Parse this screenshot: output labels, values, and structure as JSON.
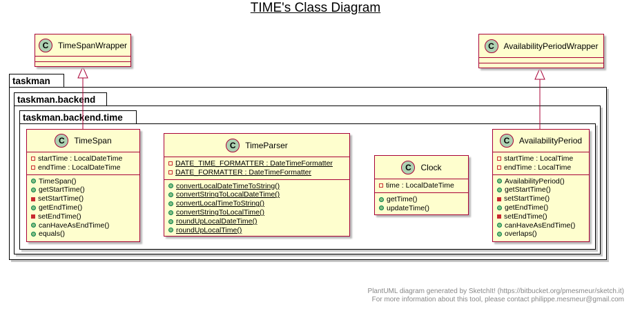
{
  "title": "TIME's Class Diagram",
  "packages": {
    "outer": "taskman",
    "middle": "taskman.backend",
    "inner": "taskman.backend.time"
  },
  "classes": {
    "timespan_wrapper": {
      "badge": "C",
      "name": "TimeSpanWrapper"
    },
    "availability_wrapper": {
      "badge": "C",
      "name": "AvailabilityPeriodWrapper"
    },
    "timespan": {
      "badge": "C",
      "name": "TimeSpan",
      "fields": [
        {
          "vis": "private",
          "text": "startTime : LocalDateTime"
        },
        {
          "vis": "private",
          "text": "endTime : LocalDateTime"
        }
      ],
      "methods": [
        {
          "vis": "public",
          "text": "TimeSpan()"
        },
        {
          "vis": "public",
          "text": "getStartTime()"
        },
        {
          "vis": "protected-private",
          "text": "setStartTime()"
        },
        {
          "vis": "public",
          "text": "getEndTime()"
        },
        {
          "vis": "protected-private",
          "text": "setEndTime()"
        },
        {
          "vis": "public",
          "text": "canHaveAsEndTime()"
        },
        {
          "vis": "public",
          "text": "equals()"
        }
      ]
    },
    "timeparser": {
      "badge": "C",
      "name": "TimeParser",
      "fields": [
        {
          "vis": "private",
          "text": "DATE_TIME_FORMATTER : DateTimeFormatter",
          "static": true
        },
        {
          "vis": "private",
          "text": "DATE_FORMATTER : DateTimeFormatter",
          "static": true
        }
      ],
      "methods": [
        {
          "vis": "public",
          "text": "convertLocalDateTimeToString()",
          "static": true
        },
        {
          "vis": "public",
          "text": "convertStringToLocalDateTime()",
          "static": true
        },
        {
          "vis": "public",
          "text": "convertLocalTimeToString()",
          "static": true
        },
        {
          "vis": "public",
          "text": "convertStringToLocalTime()",
          "static": true
        },
        {
          "vis": "public",
          "text": "roundUpLocalDateTime()",
          "static": true
        },
        {
          "vis": "public",
          "text": "roundUpLocalTime()",
          "static": true
        }
      ]
    },
    "clock": {
      "badge": "C",
      "name": "Clock",
      "fields": [
        {
          "vis": "private",
          "text": "time : LocalDateTime"
        }
      ],
      "methods": [
        {
          "vis": "public",
          "text": "getTime()"
        },
        {
          "vis": "public",
          "text": "updateTime()"
        }
      ]
    },
    "availability": {
      "badge": "C",
      "name": "AvailabilityPeriod",
      "fields": [
        {
          "vis": "private",
          "text": "startTime : LocalTime"
        },
        {
          "vis": "private",
          "text": "endTime : LocalTime"
        }
      ],
      "methods": [
        {
          "vis": "public",
          "text": "AvailabilityPeriod()"
        },
        {
          "vis": "public",
          "text": "getStartTime()"
        },
        {
          "vis": "protected-private",
          "text": "setStartTime()"
        },
        {
          "vis": "public",
          "text": "getEndTime()"
        },
        {
          "vis": "protected-private",
          "text": "setEndTime()"
        },
        {
          "vis": "public",
          "text": "canHaveAsEndTime()"
        },
        {
          "vis": "public",
          "text": "overlaps()"
        }
      ]
    }
  },
  "footer": {
    "line1": "PlantUML diagram generated by SketchIt! (https://bitbucket.org/pmesmeur/sketch.it)",
    "line2": "For more information about this tool, please contact philippe.mesmeur@gmail.com"
  }
}
